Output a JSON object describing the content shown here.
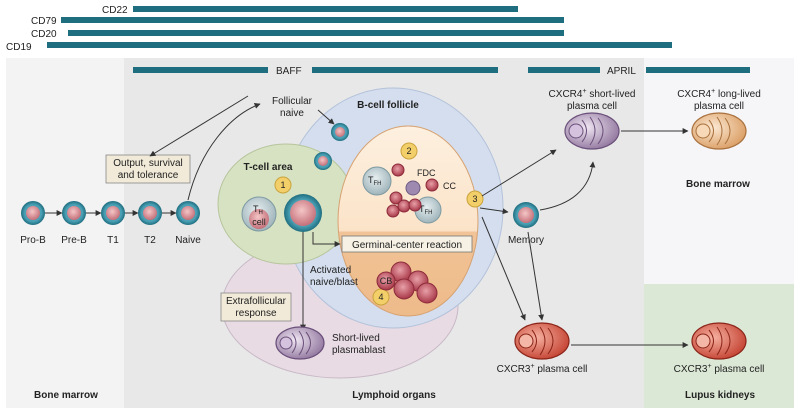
{
  "markers": [
    {
      "label": "CD22"
    },
    {
      "label": "CD79"
    },
    {
      "label": "CD20"
    },
    {
      "label": "CD19"
    }
  ],
  "factors": {
    "baff": "BAFF",
    "april": "APRIL"
  },
  "regions": {
    "bone_marrow": "Bone marrow",
    "lymphoid_organs": "Lymphoid organs",
    "lupus_kidneys": "Lupus kidneys",
    "bone_marrow_right": "Bone marrow"
  },
  "compartments": {
    "b_cell_follicle": "B-cell follicle",
    "t_cell_area": "T-cell area"
  },
  "stages": [
    "Pro-B",
    "Pre-B",
    "T1",
    "T2",
    "Naive"
  ],
  "cells": {
    "follicular_naive_line1": "Follicular",
    "follicular_naive_line2": "naive",
    "th_label": "T",
    "th_sub": "H",
    "th_cell": "cell",
    "tfh_label": "T",
    "tfh_sub": "FH",
    "fdc": "FDC",
    "cc": "CC",
    "cb": "CB",
    "activated_line1": "Activated",
    "activated_line2": "naive/blast",
    "short_lived_plasmablast_line1": "Short-lived",
    "short_lived_plasmablast_line2": "plasmablast",
    "memory": "Memory",
    "cxcr4_short_line1": "CXCR4",
    "cxcr4_short_sup": "+",
    "cxcr4_short_line1_rest": " short-lived",
    "cxcr4_short_line2": "plasma cell",
    "cxcr4_long_line1": "CXCR4",
    "cxcr4_long_sup": "+",
    "cxcr4_long_line1_rest": " long-lived",
    "cxcr4_long_line2": "plasma cell",
    "cxcr3_plasma": "CXCR3",
    "cxcr3_sup": "+",
    "cxcr3_rest": " plasma cell",
    "cxcr3_kidney": "CXCR3",
    "cxcr3_kidney_sup": "+",
    "cxcr3_kidney_rest": " plasma cell"
  },
  "boxes": {
    "output_line1": "Output, survival",
    "output_line2": "and tolerance",
    "germinal_center": "Germinal-center reaction",
    "extrafollicular_line1": "Extrafollicular",
    "extrafollicular_line2": "response"
  },
  "steps": [
    "1",
    "2",
    "3",
    "4"
  ],
  "colors": {
    "marker_bar": "#1f6e80",
    "bone_marrow_bg": "#f3f3f3",
    "lymphoid_bg": "#e6e6e6",
    "kidney_bg": "#dce8d6",
    "follicle": "#d6e0ee",
    "t_cell_area": "#d9e4c4",
    "extrafollicular": "#e8dde6",
    "germinal_center_top": "#fbe6d0",
    "germinal_center_bottom": "#f2c49a",
    "step_badge": "#f3cf6a"
  }
}
